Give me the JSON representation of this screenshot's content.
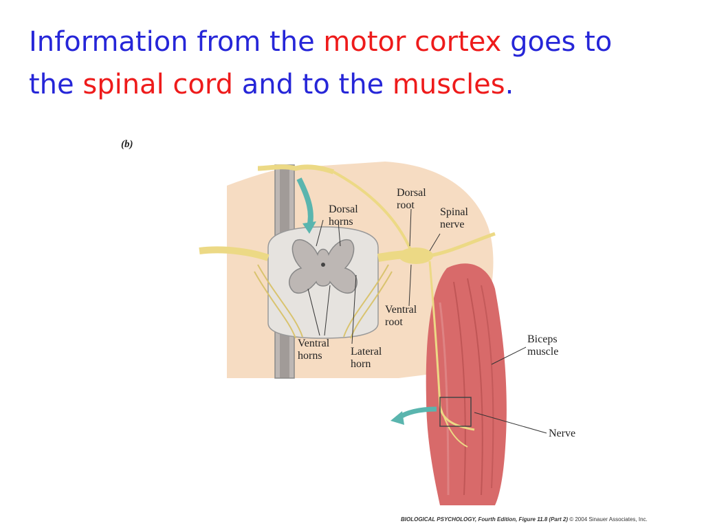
{
  "title": {
    "p1": "Information from the ",
    "h1": "motor cortex",
    "p2": " goes to the ",
    "h2": "spinal cord",
    "p3": " and to the ",
    "h3": "muscles",
    "p4": "."
  },
  "figure": {
    "panel_label": "(b)",
    "labels": {
      "dorsal_horns": [
        "Dorsal",
        "horns"
      ],
      "dorsal_root": [
        "Dorsal",
        "root"
      ],
      "spinal_nerve": [
        "Spinal",
        "nerve"
      ],
      "ventral_root": [
        "Ventral",
        "root"
      ],
      "ventral_horns": [
        "Ventral",
        "horns"
      ],
      "lateral_horn": [
        "Lateral",
        "horn"
      ],
      "biceps_muscle": [
        "Biceps",
        "muscle"
      ],
      "nerve": "Nerve"
    },
    "colors": {
      "skin": "#f6dcc2",
      "muscle": "#d86a6a",
      "nerve": "#ecd985",
      "gray_matter": "#bdb7b4",
      "white_matter": "#e6e3df",
      "arrow": "#5ab5ae"
    }
  },
  "footer": {
    "source": "BIOLOGICAL PSYCHOLOGY, Fourth Edition, Figure 11.8 (Part 2)",
    "copyright": "© 2004 Sinauer Associates, Inc."
  }
}
